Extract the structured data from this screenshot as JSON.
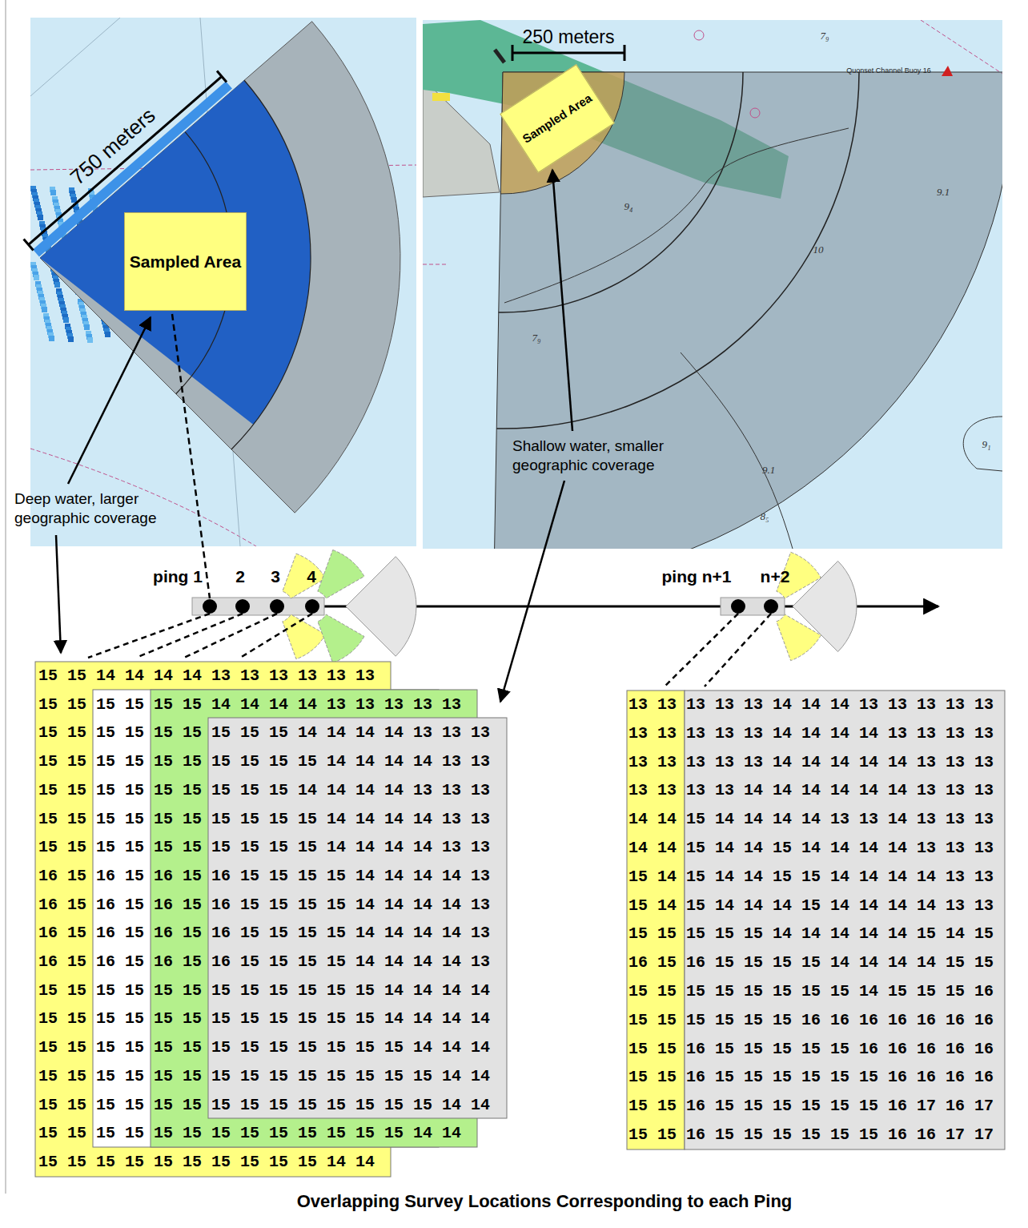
{
  "diagram": {
    "caption": "Overlapping Survey Locations Corresponding to each Ping",
    "nodes": [
      {
        "text": [
          "Sampled Area"
        ]
      },
      {
        "text": [
          "Sampled Area"
        ]
      }
    ],
    "labels": [
      "750 meters",
      "250 meters",
      "Quonset Channel Buoy 16",
      "7₉",
      "9₄",
      "10",
      "7₉",
      "9.1",
      "9.1",
      "8₅",
      "9₁",
      "Deep water, larger geographic coverage",
      "Shallow water, smaller geographic coverage",
      "ping 1",
      "2",
      "3",
      "4",
      "ping n+1",
      "n+2",
      "15 15 14 14 14 14 13 13 13 13 13 13",
      "15 15 15 15 15 15 14 14 14 14 13 13 13 13 13",
      "15 15 15 15 15 15 15 15 15 14 14 14 14 13 13 13",
      "15 15 15 15 15 15 15 15 15 15 14 14 14 14 13 13",
      "15 15 15 15 15 15 15 15 15 14 14 14 14 13 13 13",
      "15 15 15 15 15 15 15 15 15 15 14 14 14 14 13 13",
      "15 15 15 15 15 15 15 15 15 15 14 14 14 14 13 13",
      "16 15 16 15 16 15 16 15 15 15 15 14 14 14 14 13",
      "16 15 16 15 16 15 16 15 15 15 15 14 14 14 14 13",
      "16 15 16 15 16 15 16 15 15 15 15 14 14 14 14 13",
      "16 15 16 15 16 15 16 15 15 15 15 14 14 14 14 13",
      "15 15 15 15 15 15 15 15 15 15 15 15 14 14 14 14",
      "15 15 15 15 15 15 15 15 15 15 15 15 14 14 14 14",
      "15 15 15 15 15 15 15 15 15 15 15 15 15 14 14 14",
      "15 15 15 15 15 15 15 15 15 15 15 15 15 15 14 14",
      "15 15 15 15 15 15 15 15 15 15 15 15 15 15 14 14",
      "15 15 15 15 15 15 15 15 15 15 15 15 15 14 14",
      "15 15 15 15 15 15 15 15 15 15 14 14",
      "13 13 13 13 13 14 14 14 13 13 13 13 13",
      "13 13 13 13 13 14 14 14 14 13 13 13 13",
      "13 13 13 13 13 14 14 14 14 14 13 13 13",
      "13 13 13 13 14 14 14 14 14 14 13 13 13",
      "14 14 15 14 14 14 14 13 13 14 13 13 13",
      "14 14 15 14 14 15 14 14 14 14 13 13 13",
      "15 14 15 14 14 15 15 14 14 14 14 13 13",
      "15 14 15 14 14 14 15 14 14 14 14 13 13",
      "15 15 15 15 15 14 14 14 14 14 15 14 15",
      "16 15 16 15 15 15 15 14 14 14 14 15 15",
      "15 15 15 15 15 15 15 15 14 15 15 15 16",
      "15 15 15 15 15 15 16 16 16 16 16 16 16",
      "15 15 16 15 15 15 15 15 16 16 16 16 16",
      "15 15 16 15 15 15 15 15 15 16 16 16 16",
      "15 15 16 15 15 15 15 15 15 16 17 16 17",
      "15 15 16 15 15 15 15 15 15 16 16 17 17"
    ]
  }
}
